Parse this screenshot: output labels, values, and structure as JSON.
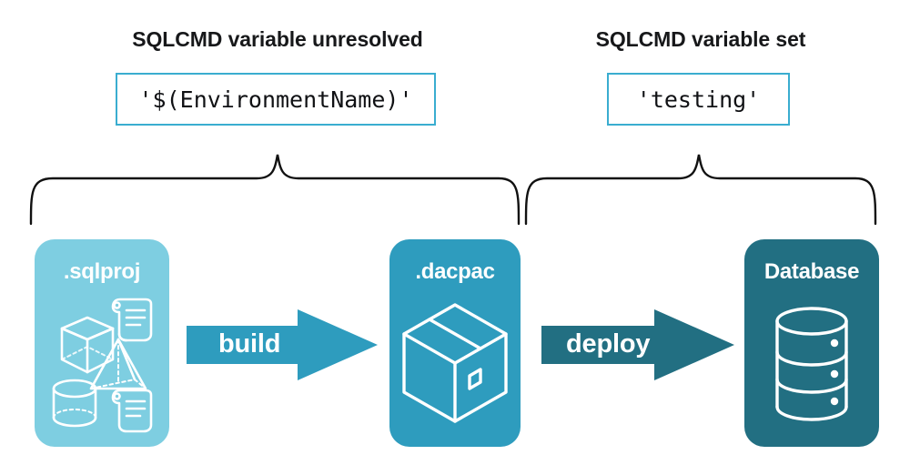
{
  "headings": {
    "left": "SQLCMD variable unresolved",
    "right": "SQLCMD variable set"
  },
  "code_boxes": {
    "left": {
      "value": "'$(EnvironmentName)'",
      "border_color": "#3aadd0"
    },
    "right": {
      "value": "'testing'",
      "border_color": "#3aadd0"
    }
  },
  "artifacts": [
    {
      "id": "sqlproj",
      "label": ".sqlproj",
      "color": "#7ecee1",
      "icons": [
        "cube-icon",
        "pyramid-icon",
        "cylinder-icon",
        "script-scroll-icon",
        "script-scroll-icon"
      ]
    },
    {
      "id": "dacpac",
      "label": ".dacpac",
      "color": "#2e9cbe",
      "icons": [
        "package-box-icon"
      ]
    },
    {
      "id": "database",
      "label": "Database",
      "color": "#226f82",
      "icons": [
        "database-cylinder-icon"
      ]
    }
  ],
  "arrows": [
    {
      "id": "build",
      "label": "build",
      "color": "#2e9cbe"
    },
    {
      "id": "deploy",
      "label": "deploy",
      "color": "#226f82"
    }
  ],
  "braces": {
    "color": "#111111",
    "left_span": "sqlproj-to-dacpac",
    "right_span": "dacpac-to-database"
  }
}
